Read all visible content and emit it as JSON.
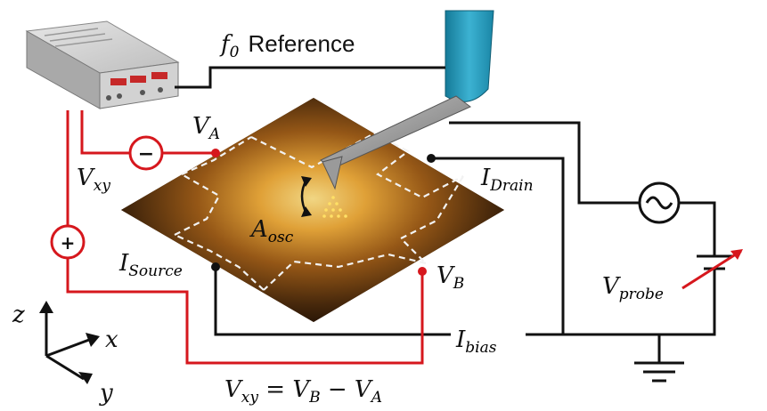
{
  "labels": {
    "reference": "Reference",
    "f0_main": "f",
    "f0_sub": "0",
    "va_main": "V",
    "va_sub": "A",
    "vb_main": "V",
    "vb_sub": "B",
    "vxy_main": "V",
    "vxy_sub": "xy",
    "i_drain_main": "I",
    "i_drain_sub": "Drain",
    "i_source_main": "I",
    "i_source_sub": "Source",
    "i_bias_main": "I",
    "i_bias_sub": "bias",
    "a_osc_main": "A",
    "a_osc_sub": "osc",
    "v_probe_main": "V",
    "v_probe_sub": "probe",
    "axis_z": "z",
    "axis_x": "x",
    "axis_y": "y",
    "minus_sign": "−",
    "plus_sign": "+",
    "equation": {
      "lhs_main": "V",
      "lhs_sub": "xy",
      "eq": " = ",
      "b_main": "V",
      "b_sub": "B",
      "minus": " − ",
      "a_main": "V",
      "a_sub": "A"
    }
  },
  "colors": {
    "wire_black": "#111111",
    "wire_red": "#d6171d",
    "cantilever": "#1e8fb0",
    "sample_dark": "#2a1606",
    "sample_glow": "#f4c653"
  },
  "icons": [
    "lock-in-amplifier-icon",
    "ac-source-icon",
    "variable-battery-icon",
    "ground-icon",
    "axes-icon"
  ]
}
